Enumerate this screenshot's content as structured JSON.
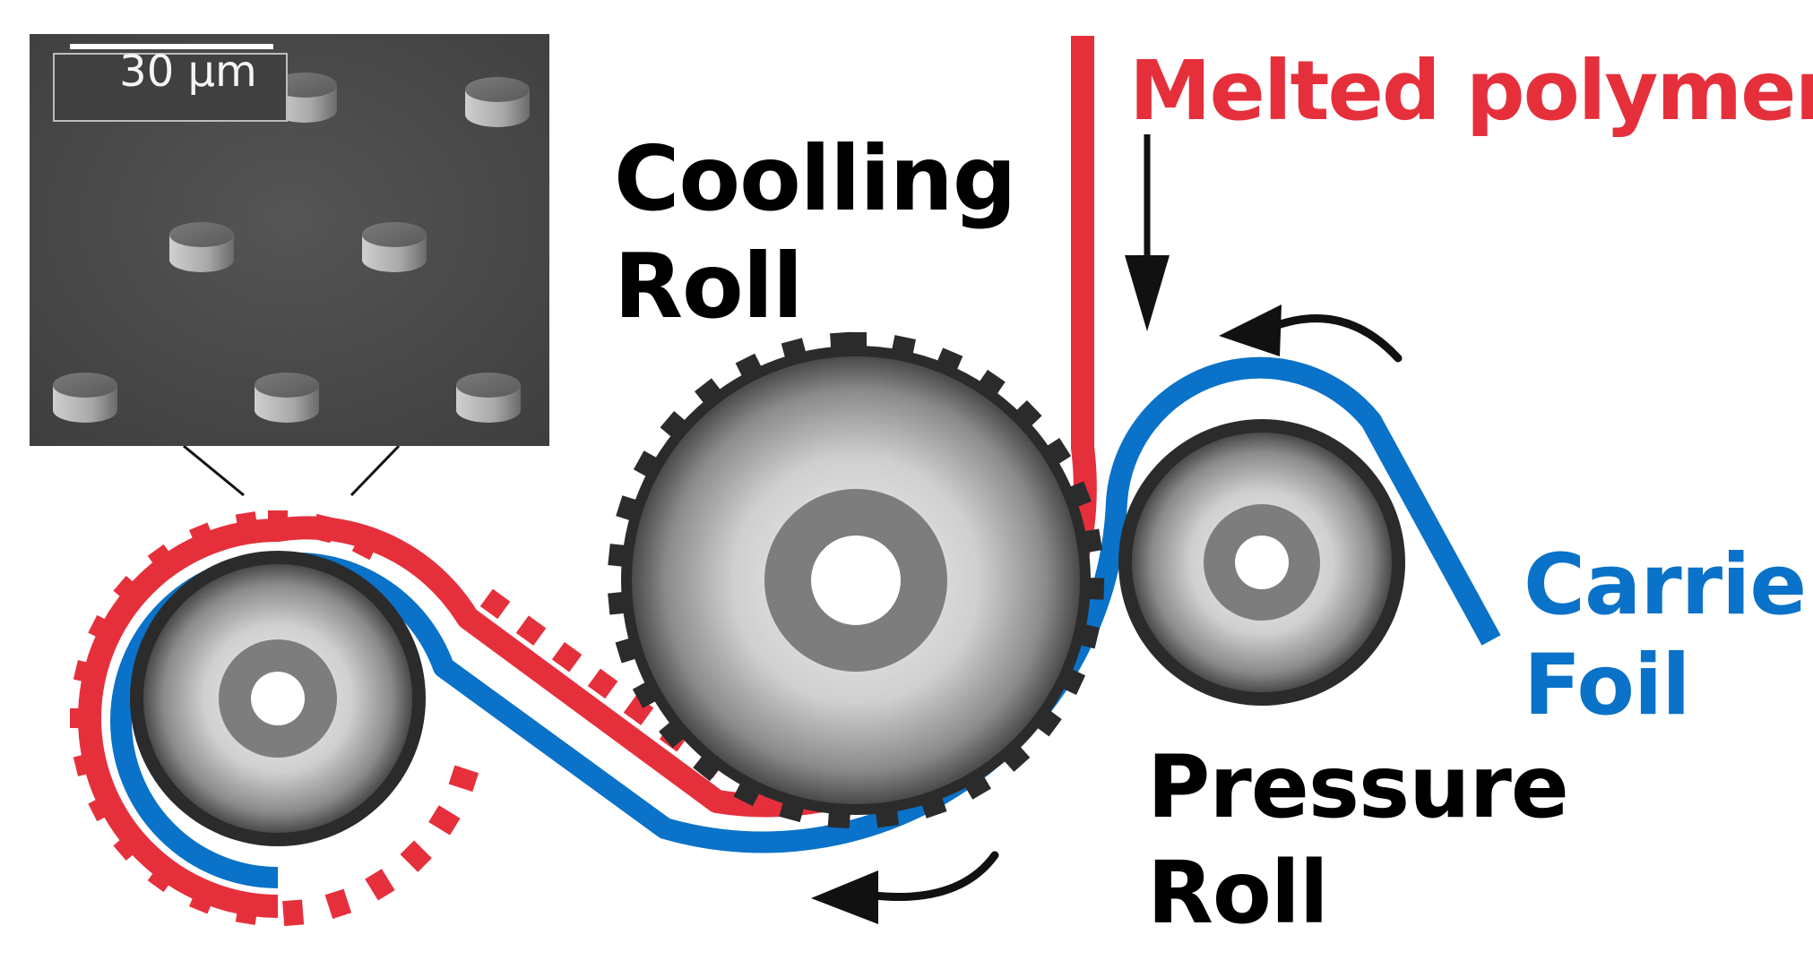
{
  "labels": {
    "cooling_roll": [
      "Coolling",
      "Roll"
    ],
    "pressure_roll": [
      "Pressure",
      "Roll"
    ],
    "carrier_foil": [
      "Carrier",
      "Foil"
    ],
    "melted_polymer": "Melted polymer"
  },
  "inset": {
    "scale_bar_text": "30 µm"
  },
  "colors": {
    "polymer_red": "#e5303c",
    "foil_blue": "#0a72c8",
    "roll_ring_gray": "#7d7d7d",
    "roll_rim_dark": "#2b2b2b",
    "sem_background": "#4a4a4a",
    "text_black": "#000000"
  },
  "icons": {
    "flow_arrow": "down-arrow-icon",
    "rotation_arrow": "curved-arrow-icon"
  }
}
